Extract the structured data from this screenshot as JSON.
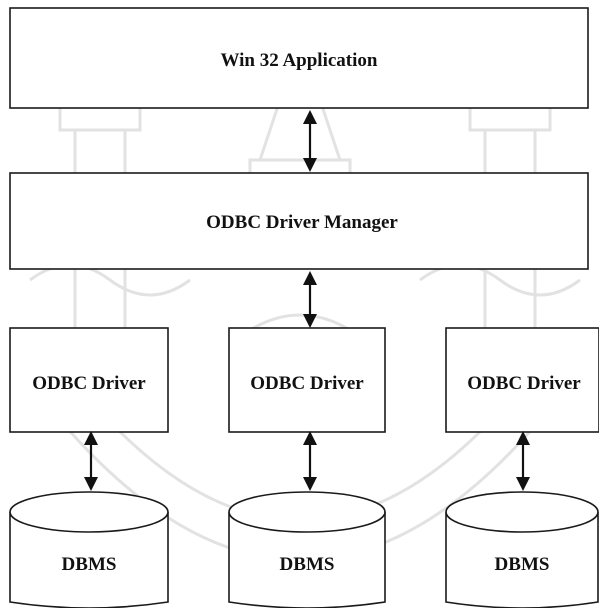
{
  "diagram": {
    "app": {
      "label": "Win 32 Application"
    },
    "manager": {
      "label": "ODBC Driver Manager"
    },
    "drivers": [
      {
        "label": "ODBC Driver"
      },
      {
        "label": "ODBC Driver"
      },
      {
        "label": "ODBC Driver"
      }
    ],
    "databases": [
      {
        "label": "DBMS"
      },
      {
        "label": "DBMS"
      },
      {
        "label": "DBMS"
      }
    ]
  },
  "colors": {
    "line": "#111111",
    "box_fill": "#ffffff",
    "watermark": "#e2e2e2"
  }
}
